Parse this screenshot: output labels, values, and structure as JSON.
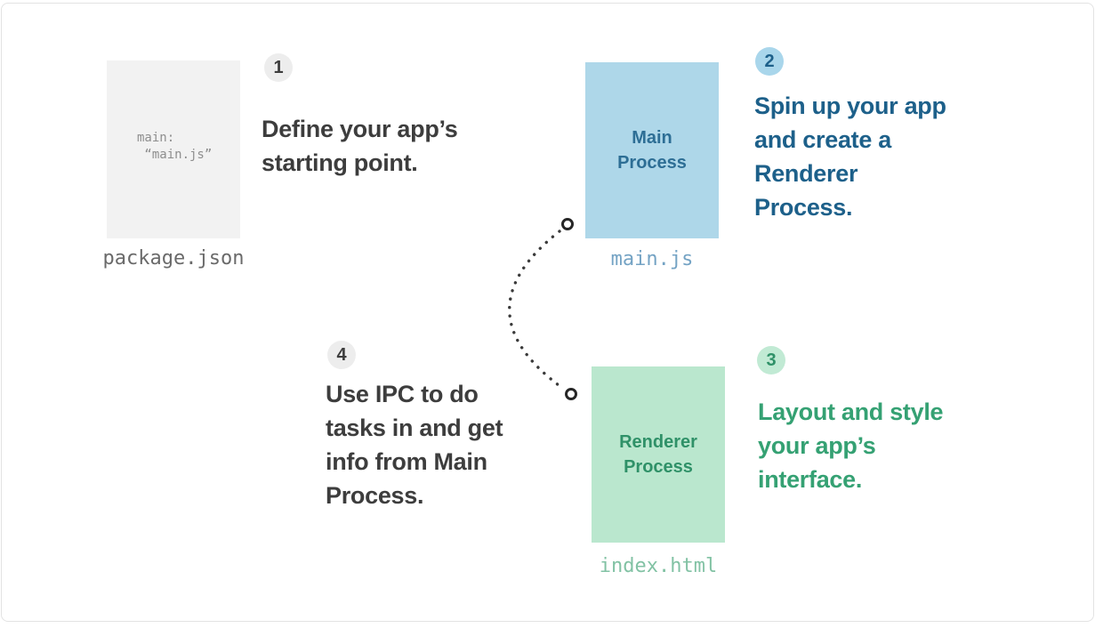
{
  "steps": [
    {
      "number": "1",
      "heading": "Define your app’s\nstarting point.",
      "heading_color": "#3d3d3d",
      "badge_bg": "#ededed"
    },
    {
      "number": "2",
      "heading": "Spin up your app\nand create a\nRenderer\nProcess.",
      "heading_color": "#1d608a",
      "badge_bg": "#a9d6eb"
    },
    {
      "number": "3",
      "heading": "Layout and style\nyour app’s\ninterface.",
      "heading_color": "#35a173",
      "badge_bg": "#c1ead4"
    },
    {
      "number": "4",
      "heading": "Use IPC to do\ntasks in and get\ninfo from Main\nProcess.",
      "heading_color": "#3d3d3d",
      "badge_bg": "#ededed"
    }
  ],
  "files": {
    "package_json": {
      "box_text": "main:\n “main.js”",
      "caption": "package.json",
      "box_bg": "#f2f2f2",
      "box_text_color": "#8e8e8e",
      "caption_color": "#6a6a6a"
    },
    "main_js": {
      "box_text": "Main\nProcess",
      "caption": "main.js",
      "box_bg": "#aed7e9",
      "box_text_color": "#2d6e95",
      "caption_color": "#74a3c4"
    },
    "index_html": {
      "box_text": "Renderer\nProcess",
      "caption": "index.html",
      "box_bg": "#bae7ce",
      "box_text_color": "#2f9168",
      "caption_color": "#82c2a4"
    }
  },
  "connector": {
    "type": "dotted-arc",
    "from": "main.js",
    "to": "index.html",
    "dot_color": "#3a3a3a",
    "endpoint_ring_color": "#262626"
  }
}
